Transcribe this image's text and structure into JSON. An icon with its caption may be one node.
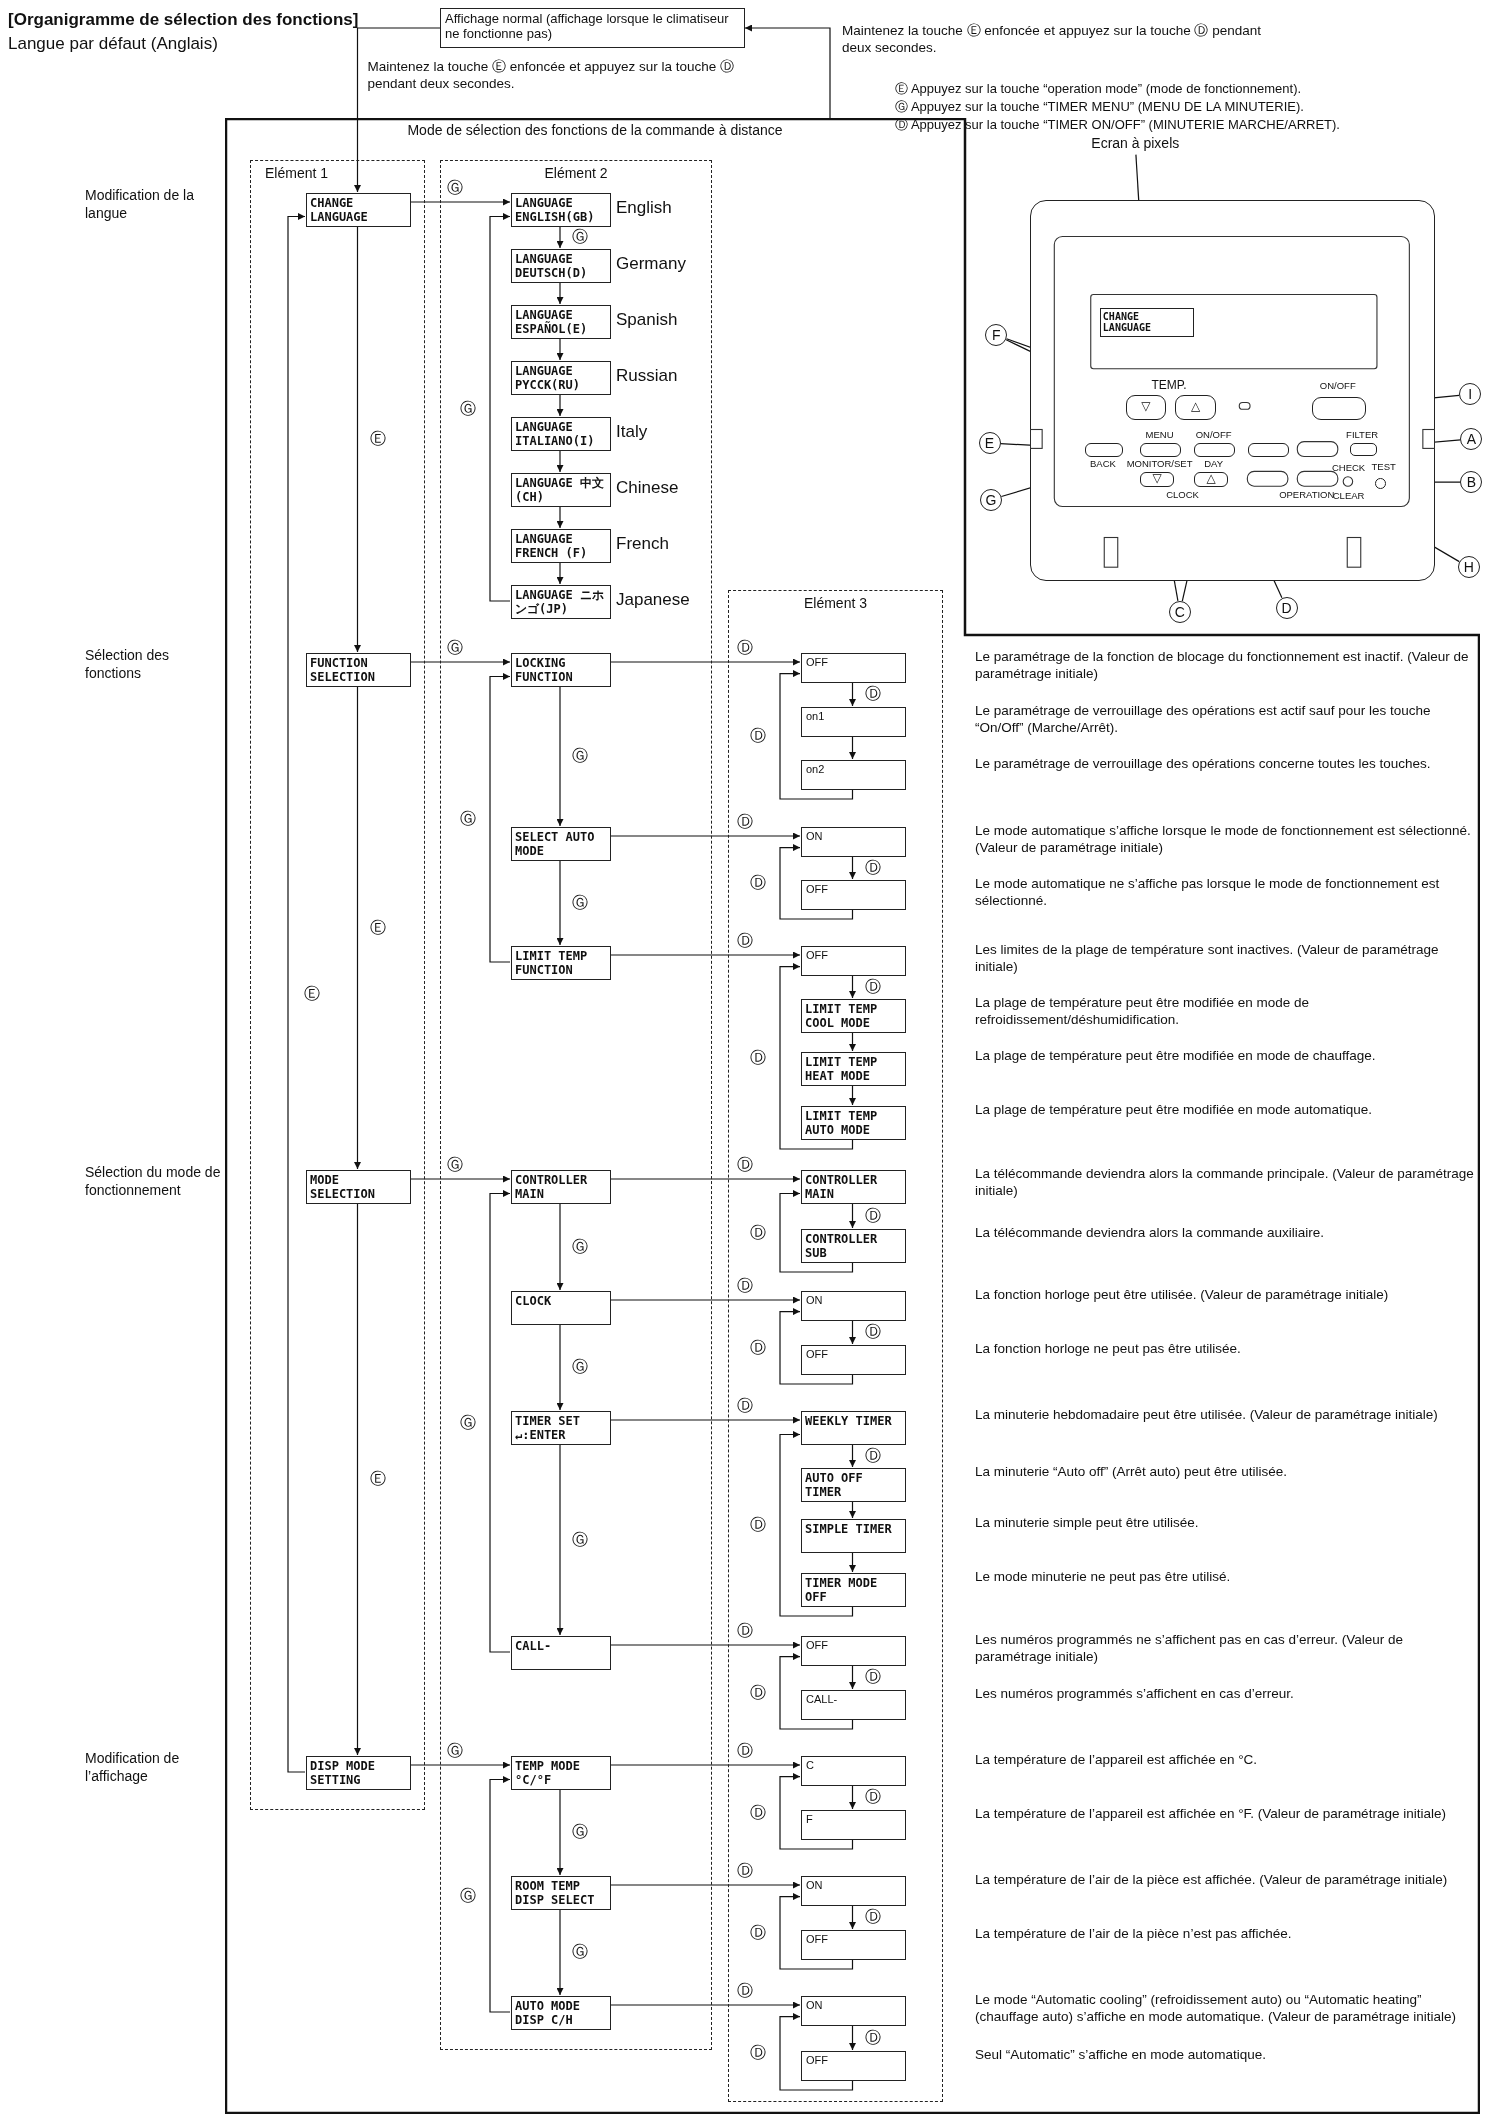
{
  "diagram": {
    "title": "[Organigramme de sélection des fonctions]",
    "nodes": [
      {
        "text": [
          "Affichage normal (affichage lorsque le climatiseur ne fonctionne pas)"
        ]
      },
      {
        "text": [
          "Mode de sélection des fonctions de la commande à distance"
        ]
      },
      {
        "text": [
          "Elément 1"
        ],
        "in": 1
      },
      {
        "text": [
          "CHANGE LANGUAGE"
        ],
        "in": 2
      },
      {
        "text": [
          "FUNCTION SELECTION"
        ],
        "in": 2
      },
      {
        "text": [
          "MODE SELECTION"
        ],
        "in": 2
      },
      {
        "text": [
          "DISP MODE SETTING"
        ],
        "in": 2
      },
      {
        "text": [
          "Elément 2"
        ],
        "in": 1
      },
      {
        "text": [
          "LANGUAGE ENGLISH(GB)"
        ],
        "in": 7,
        "beside": [
          "English"
        ]
      },
      {
        "text": [
          "LANGUAGE DEUTSCH(D)"
        ],
        "in": 7,
        "beside": [
          "Germany"
        ]
      },
      {
        "text": [
          "LANGUAGE ESPAÑOL(E)"
        ],
        "in": 7,
        "beside": [
          "Spanish"
        ]
      },
      {
        "text": [
          "LANGUAGE PYCCK(RU)"
        ],
        "in": 7,
        "beside": [
          "Russian"
        ]
      },
      {
        "text": [
          "LANGUAGE ITALIANO(I)"
        ],
        "in": 7,
        "beside": [
          "Italy"
        ]
      },
      {
        "text": [
          "LANGUAGE 中文 (CH)"
        ],
        "in": 7,
        "beside": [
          "Chinese"
        ]
      },
      {
        "text": [
          "LANGUAGE FRENCH (F)"
        ],
        "in": 7,
        "beside": [
          "French"
        ]
      },
      {
        "text": [
          "LANGUAGE ニホンゴ(JP)"
        ],
        "in": 7,
        "beside": [
          "Japanese"
        ]
      },
      {
        "text": [
          "LOCKING FUNCTION"
        ],
        "in": 7
      },
      {
        "text": [
          "SELECT AUTO MODE"
        ],
        "in": 7
      },
      {
        "text": [
          "LIMIT TEMP FUNCTION"
        ],
        "in": 7
      },
      {
        "text": [
          "CONTROLLER MAIN"
        ],
        "in": 7
      },
      {
        "text": [
          "CLOCK"
        ],
        "in": 7
      },
      {
        "text": [
          "TIMER SET ↵:ENTER"
        ],
        "in": 7
      },
      {
        "text": [
          "CALL-"
        ],
        "in": 7
      },
      {
        "text": [
          "TEMP MODE °C/°F"
        ],
        "in": 7
      },
      {
        "text": [
          "ROOM TEMP DISP SELECT"
        ],
        "in": 7
      },
      {
        "text": [
          "AUTO MODE DISP C/H"
        ],
        "in": 7
      },
      {
        "text": [
          "Elément 3"
        ],
        "in": 1
      },
      {
        "text": [
          "OFF"
        ],
        "in": 26
      },
      {
        "text": [
          "on1"
        ],
        "in": 26
      },
      {
        "text": [
          "on2"
        ],
        "in": 26
      },
      {
        "text": [
          "ON"
        ],
        "in": 26
      },
      {
        "text": [
          "OFF"
        ],
        "in": 26
      },
      {
        "text": [
          "OFF"
        ],
        "in": 26
      },
      {
        "text": [
          "LIMIT TEMP COOL MODE"
        ],
        "in": 26
      },
      {
        "text": [
          "LIMIT TEMP HEAT MODE"
        ],
        "in": 26
      },
      {
        "text": [
          "LIMIT TEMP AUTO MODE"
        ],
        "in": 26
      },
      {
        "text": [
          "CONTROLLER MAIN"
        ],
        "in": 26
      },
      {
        "text": [
          "CONTROLLER SUB"
        ],
        "in": 26
      },
      {
        "text": [
          "ON"
        ],
        "in": 26
      },
      {
        "text": [
          "OFF"
        ],
        "in": 26
      },
      {
        "text": [
          "WEEKLY TIMER"
        ],
        "in": 26
      },
      {
        "text": [
          "AUTO OFF TIMER"
        ],
        "in": 26
      },
      {
        "text": [
          "SIMPLE TIMER"
        ],
        "in": 26
      },
      {
        "text": [
          "TIMER MODE OFF"
        ],
        "in": 26
      },
      {
        "text": [
          "OFF"
        ],
        "in": 26
      },
      {
        "text": [
          "CALL-"
        ],
        "in": 26
      },
      {
        "text": [
          "C"
        ],
        "in": 26
      },
      {
        "text": [
          "F"
        ],
        "in": 26
      },
      {
        "text": [
          "ON"
        ],
        "in": 26
      },
      {
        "text": [
          "OFF"
        ],
        "in": 26
      },
      {
        "text": [
          "ON"
        ],
        "in": 26
      },
      {
        "text": [
          "OFF"
        ],
        "in": 26
      },
      {
        "text": [
          "Ecran à pixels"
        ]
      },
      {
        "text": [],
        "shape": "box"
      },
      {
        "text": [
          "CHANGE LANGUAGE"
        ],
        "in": 53
      },
      {
        "text": [
          "▽"
        ],
        "in": 53
      },
      {
        "text": [
          "△"
        ],
        "in": 53
      },
      {
        "text": [],
        "shape": "box",
        "in": 53,
        "beside": [
          "ON/OFF"
        ]
      },
      {
        "text": [],
        "shape": "box",
        "in": 53,
        "beside": [
          "BACK"
        ]
      },
      {
        "text": [],
        "shape": "box",
        "in": 53,
        "beside": [
          "MENU",
          "MONITOR/SET"
        ]
      },
      {
        "text": [],
        "shape": "box",
        "in": 53,
        "beside": [
          "ON/OFF",
          "DAY"
        ]
      },
      {
        "text": [],
        "shape": "box",
        "in": 53
      },
      {
        "text": [],
        "shape": "box",
        "in": 53,
        "beside": [
          "FILTER"
        ]
      },
      {
        "text": [],
        "shape": "circle",
        "in": 53,
        "beside": [
          "TEST"
        ]
      },
      {
        "text": [
          "▽"
        ],
        "in": 53
      },
      {
        "text": [
          "△"
        ],
        "in": 53
      },
      {
        "text": [
          "F"
        ]
      },
      {
        "text": [
          "I"
        ]
      },
      {
        "text": [
          "E"
        ]
      },
      {
        "text": [
          "A"
        ]
      },
      {
        "text": [
          "G"
        ]
      },
      {
        "text": [
          "B"
        ]
      },
      {
        "text": [
          "H"
        ]
      },
      {
        "text": [
          "C"
        ]
      },
      {
        "text": [
          "D"
        ]
      }
    ],
    "edges": [
      {
        "from": 0,
        "to": 3,
        "arrow": "to",
        "label": "Maintenez la touche Ⓔ enfoncée et appuyez sur la touche Ⓓ pendant deux secondes."
      },
      {
        "from": 1,
        "to": 0,
        "arrow": "to",
        "label": "Maintenez la touche Ⓔ enfoncée et appuyez sur la touche Ⓓ pendant deux secondes."
      },
      {
        "from": 3,
        "to": 4,
        "arrow": "to",
        "label": "Ⓔ"
      },
      {
        "from": 4,
        "to": 5,
        "arrow": "to",
        "label": "Ⓔ"
      },
      {
        "from": 5,
        "to": 6,
        "arrow": "to",
        "label": "Ⓔ"
      },
      {
        "from": 6,
        "to": 3,
        "arrow": "to",
        "label": "Ⓔ"
      },
      {
        "from": 3,
        "to": 8,
        "arrow": "to",
        "label": "Ⓖ"
      },
      {
        "from": 8,
        "to": 9,
        "arrow": "to",
        "label": "Ⓖ"
      },
      {
        "from": 9,
        "to": 10,
        "arrow": "to"
      },
      {
        "from": 10,
        "to": 11,
        "arrow": "to"
      },
      {
        "from": 11,
        "to": 12,
        "arrow": "to"
      },
      {
        "from": 12,
        "to": 13,
        "arrow": "to"
      },
      {
        "from": 13,
        "to": 14,
        "arrow": "to"
      },
      {
        "from": 14,
        "to": 15,
        "arrow": "to"
      },
      {
        "from": 15,
        "to": 8,
        "arrow": "to",
        "label": "Ⓖ"
      },
      {
        "from": 4,
        "to": 16,
        "arrow": "to",
        "label": "Ⓖ"
      },
      {
        "from": 16,
        "to": 17,
        "arrow": "to",
        "label": "Ⓖ"
      },
      {
        "from": 17,
        "to": 18,
        "arrow": "to",
        "label": "Ⓖ"
      },
      {
        "from": 18,
        "to": 16,
        "arrow": "to",
        "label": "Ⓖ"
      },
      {
        "from": 16,
        "to": 27,
        "arrow": "to",
        "label": "Ⓓ"
      },
      {
        "from": 27,
        "to": 28,
        "arrow": "to",
        "label": "Ⓓ"
      },
      {
        "from": 28,
        "to": 29,
        "arrow": "to"
      },
      {
        "from": 29,
        "to": 27,
        "arrow": "to",
        "label": "Ⓓ"
      },
      {
        "from": 17,
        "to": 30,
        "arrow": "to",
        "label": "Ⓓ"
      },
      {
        "from": 30,
        "to": 31,
        "arrow": "to",
        "label": "Ⓓ"
      },
      {
        "from": 31,
        "to": 30,
        "arrow": "to",
        "label": "Ⓓ"
      },
      {
        "from": 18,
        "to": 32,
        "arrow": "to",
        "label": "Ⓓ"
      },
      {
        "from": 32,
        "to": 33,
        "arrow": "to",
        "label": "Ⓓ"
      },
      {
        "from": 33,
        "to": 34,
        "arrow": "to"
      },
      {
        "from": 34,
        "to": 35,
        "arrow": "to"
      },
      {
        "from": 35,
        "to": 32,
        "arrow": "to",
        "label": "Ⓓ"
      },
      {
        "from": 5,
        "to": 19,
        "arrow": "to",
        "label": "Ⓖ"
      },
      {
        "from": 19,
        "to": 20,
        "arrow": "to",
        "label": "Ⓖ"
      },
      {
        "from": 20,
        "to": 21,
        "arrow": "to",
        "label": "Ⓖ"
      },
      {
        "from": 21,
        "to": 22,
        "arrow": "to",
        "label": "Ⓖ"
      },
      {
        "from": 22,
        "to": 19,
        "arrow": "to",
        "label": "Ⓖ"
      },
      {
        "from": 19,
        "to": 36,
        "arrow": "to",
        "label": "Ⓓ"
      },
      {
        "from": 36,
        "to": 37,
        "arrow": "to",
        "label": "Ⓓ"
      },
      {
        "from": 37,
        "to": 36,
        "arrow": "to",
        "label": "Ⓓ"
      },
      {
        "from": 20,
        "to": 38,
        "arrow": "to",
        "label": "Ⓓ"
      },
      {
        "from": 38,
        "to": 39,
        "arrow": "to",
        "label": "Ⓓ"
      },
      {
        "from": 39,
        "to": 38,
        "arrow": "to",
        "label": "Ⓓ"
      },
      {
        "from": 21,
        "to": 40,
        "arrow": "to",
        "label": "Ⓓ"
      },
      {
        "from": 40,
        "to": 41,
        "arrow": "to",
        "label": "Ⓓ"
      },
      {
        "from": 41,
        "to": 42,
        "arrow": "to"
      },
      {
        "from": 42,
        "to": 43,
        "arrow": "to"
      },
      {
        "from": 43,
        "to": 40,
        "arrow": "to",
        "label": "Ⓓ"
      },
      {
        "from": 22,
        "to": 44,
        "arrow": "to",
        "label": "Ⓓ"
      },
      {
        "from": 44,
        "to": 45,
        "arrow": "to",
        "label": "Ⓓ"
      },
      {
        "from": 45,
        "to": 44,
        "arrow": "to",
        "label": "Ⓓ"
      },
      {
        "from": 6,
        "to": 23,
        "arrow": "to",
        "label": "Ⓖ"
      },
      {
        "from": 23,
        "to": 24,
        "arrow": "to",
        "label": "Ⓖ"
      },
      {
        "from": 24,
        "to": 25,
        "arrow": "to",
        "label": "Ⓖ"
      },
      {
        "from": 25,
        "to": 23,
        "arrow": "to",
        "label": "Ⓖ"
      },
      {
        "from": 23,
        "to": 46,
        "arrow": "to",
        "label": "Ⓓ"
      },
      {
        "from": 46,
        "to": 47,
        "arrow": "to",
        "label": "Ⓓ"
      },
      {
        "from": 47,
        "to": 46,
        "arrow": "to",
        "label": "Ⓓ"
      },
      {
        "from": 24,
        "to": 48,
        "arrow": "to",
        "label": "Ⓓ"
      },
      {
        "from": 48,
        "to": 49,
        "arrow": "to",
        "label": "Ⓓ"
      },
      {
        "from": 49,
        "to": 48,
        "arrow": "to",
        "label": "Ⓓ"
      },
      {
        "from": 25,
        "to": 50,
        "arrow": "to",
        "label": "Ⓓ"
      },
      {
        "from": 50,
        "to": 51,
        "arrow": "to",
        "label": "Ⓓ"
      },
      {
        "from": 51,
        "to": 50,
        "arrow": "to",
        "label": "Ⓓ"
      },
      {
        "from": 52,
        "to": 54,
        "arrow": "none"
      },
      {
        "from": 66,
        "to": 55,
        "arrow": "to"
      },
      {
        "from": 66,
        "to": 56,
        "arrow": "to"
      },
      {
        "from": 67,
        "to": 57,
        "arrow": "none"
      },
      {
        "from": 68,
        "to": 58,
        "arrow": "none"
      },
      {
        "from": 69,
        "to": 62,
        "arrow": "none"
      },
      {
        "from": 70,
        "to": 59,
        "arrow": "none"
      },
      {
        "from": 71,
        "to": 63,
        "arrow": "none"
      },
      {
        "from": 72,
        "to": 61,
        "arrow": "none"
      },
      {
        "from": 73,
        "to": 64,
        "arrow": "none"
      },
      {
        "from": 73,
        "to": 65,
        "arrow": "none"
      },
      {
        "from": 74,
        "to": 60,
        "arrow": "none"
      }
    ],
    "labels": [
      "Langue par défaut (Anglais)",
      "Ⓔ Appuyez sur la touche “operation mode” (mode de fonctionnement).",
      "Ⓖ Appuyez sur la touche “TIMER MENU” (MENU DE LA MINUTERIE).",
      "Ⓓ Appuyez sur la touche “TIMER ON/OFF” (MINUTERIE MARCHE/ARRET).",
      "TEMP.",
      "CHECK",
      "CLOCK",
      "OPERATION",
      "CLEAR",
      "Modification de la langue",
      "Sélection des fonctions",
      "Sélection du mode de fonctionnement",
      "Modification de l’affichage",
      "Le paramétrage de la fonction de blocage du fonctionnement est inactif. (Valeur de paramétrage initiale)",
      "Le paramétrage de verrouillage des opérations est actif sauf pour les touche “On/Off” (Marche/Arrêt).",
      "Le paramétrage de verrouillage des opérations concerne toutes les touches.",
      "Le mode automatique s’affiche lorsque le mode de fonctionnement est sélectionné. (Valeur de paramétrage initiale)",
      "Le mode automatique ne s’affiche pas lorsque le mode de fonctionnement est sélectionné.",
      "Les limites de la plage de température sont inactives. (Valeur de paramétrage initiale)",
      "La plage de température peut être modifiée en mode de refroidissement/déshumidification.",
      "La plage de température peut être modifiée en mode de chauffage.",
      "La plage de température peut être modifiée en mode automatique.",
      "La télécommande deviendra alors la commande principale. (Valeur de paramétrage initiale)",
      "La télécommande deviendra alors la commande auxiliaire.",
      "La fonction horloge peut être utilisée. (Valeur de paramétrage initiale)",
      "La fonction horloge ne peut pas être utilisée.",
      "La minuterie hebdomadaire peut être utilisée. (Valeur de paramétrage initiale)",
      "La minuterie “Auto off” (Arrêt auto) peut être utilisée.",
      "La minuterie simple peut être utilisée.",
      "Le mode minuterie ne peut pas être utilisé.",
      "Les numéros programmés ne s’affichent pas en cas d’erreur. (Valeur de paramétrage initiale)",
      "Les numéros programmés s’affichent en cas d’erreur.",
      "La température de l’appareil est affichée en °C.",
      "La température de l’appareil est affichée en °F. (Valeur de paramétrage initiale)",
      "La température de l’air de la pièce est affichée. (Valeur de paramétrage initiale)",
      "La température de l’air de la pièce n’est pas affichée.",
      "Le mode “Automatic cooling” (refroidissement auto) ou “Automatic heating” (chauffage auto) s’affiche en mode automatique. (Valeur de paramétrage initiale)",
      "Seul “Automatic” s’affiche en mode automatique."
    ]
  }
}
